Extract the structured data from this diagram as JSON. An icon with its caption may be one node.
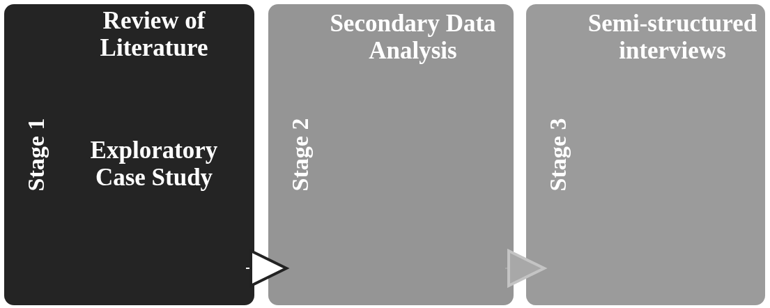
{
  "diagram": {
    "nodes": [
      {
        "text": [
          "Stage 1",
          "Review of Literature",
          "Exploratory Case Study"
        ]
      },
      {
        "text": [
          "Stage 2",
          "Secondary Data Analysis"
        ]
      },
      {
        "text": [
          "Stage 3",
          "Semi-structured interviews"
        ]
      }
    ],
    "edges": [
      {
        "from": 0,
        "to": 1,
        "arrow": "to"
      },
      {
        "from": 1,
        "to": 2,
        "arrow": "to"
      }
    ]
  }
}
